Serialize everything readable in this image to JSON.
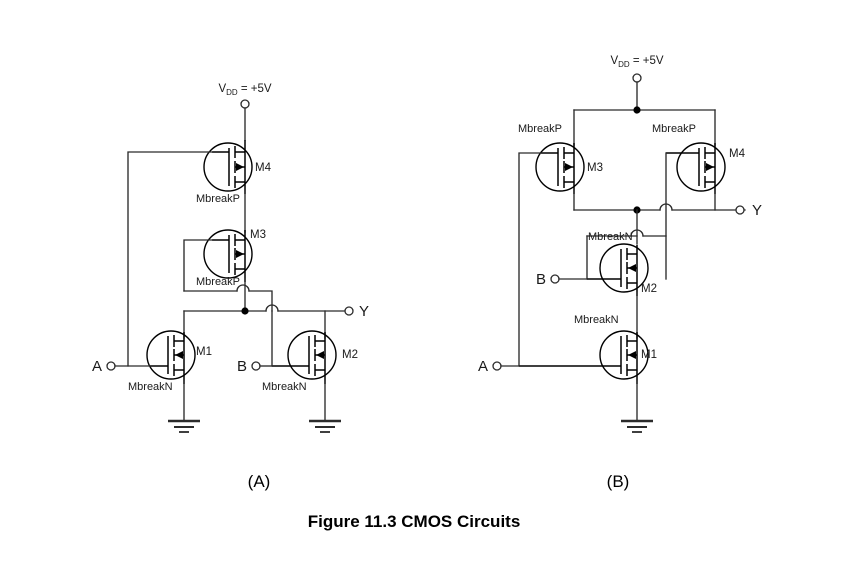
{
  "figure": {
    "caption": "Figure 11.3 CMOS Circuits",
    "panels": [
      {
        "id": "A",
        "label": "(A)"
      },
      {
        "id": "B",
        "label": "(B)"
      }
    ]
  },
  "circuit_a": {
    "supply": {
      "name": "V",
      "subscript": "DD",
      "equals": " = +5V",
      "full": "VDD = +5V"
    },
    "inputs": [
      {
        "name": "A",
        "label": "A"
      },
      {
        "name": "B",
        "label": "B"
      }
    ],
    "outputs": [
      {
        "name": "Y",
        "label": "Y"
      }
    ],
    "transistors": [
      {
        "ref": "M4",
        "label": "M4",
        "model": "MbreakP",
        "type": "pmos"
      },
      {
        "ref": "M3",
        "label": "M3",
        "model": "MbreakP",
        "type": "pmos"
      },
      {
        "ref": "M1",
        "label": "M1",
        "model": "MbreakN",
        "type": "nmos"
      },
      {
        "ref": "M2",
        "label": "M2",
        "model": "MbreakN",
        "type": "nmos"
      }
    ]
  },
  "circuit_b": {
    "supply": {
      "name": "V",
      "subscript": "DD",
      "equals": " = +5V",
      "full": "VDD = +5V"
    },
    "inputs": [
      {
        "name": "A",
        "label": "A"
      },
      {
        "name": "B",
        "label": "B"
      }
    ],
    "outputs": [
      {
        "name": "Y",
        "label": "Y"
      }
    ],
    "transistors": [
      {
        "ref": "M3",
        "label": "M3",
        "model": "MbreakP",
        "type": "pmos"
      },
      {
        "ref": "M4",
        "label": "M4",
        "model": "MbreakP",
        "type": "pmos"
      },
      {
        "ref": "M2",
        "label": "M2",
        "model": "MbreakN",
        "type": "nmos"
      },
      {
        "ref": "M1",
        "label": "M1",
        "model": "MbreakN",
        "type": "nmos"
      }
    ]
  }
}
